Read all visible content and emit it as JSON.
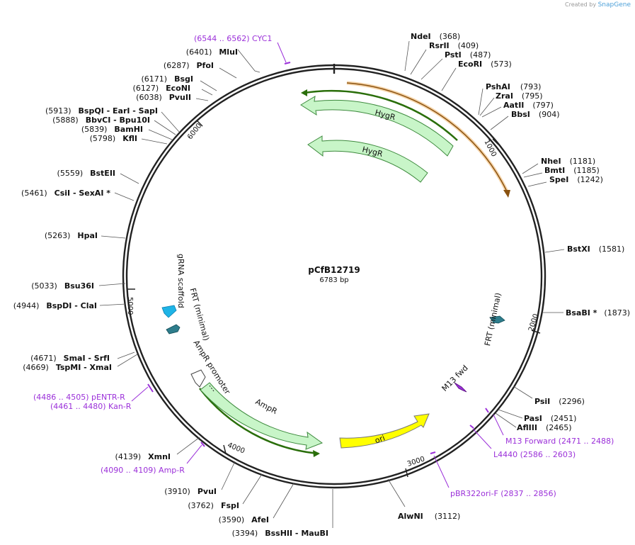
{
  "watermark": {
    "prefix": "Created by",
    "brand": "SnapGene"
  },
  "plasmid": {
    "name": "pCfB12719",
    "length_label": "6783 bp",
    "length": 6783
  },
  "ticks": [
    "1000",
    "2000",
    "3000",
    "4000",
    "5000",
    "6000"
  ],
  "enzymes_right": [
    {
      "name": "NdeI",
      "pos": "(368)"
    },
    {
      "name": "RsrII",
      "pos": "(409)"
    },
    {
      "name": "PstI",
      "pos": "(487)"
    },
    {
      "name": "EcoRI",
      "pos": "(573)"
    },
    {
      "name": "PshAI",
      "pos": "(793)"
    },
    {
      "name": "ZraI",
      "pos": "(795)"
    },
    {
      "name": "AatII",
      "pos": "(797)"
    },
    {
      "name": "BbsI",
      "pos": "(904)"
    },
    {
      "name": "NheI",
      "pos": "(1181)"
    },
    {
      "name": "BmtI",
      "pos": "(1185)"
    },
    {
      "name": "SpeI",
      "pos": "(1242)"
    },
    {
      "name": "BstXI",
      "pos": "(1581)"
    },
    {
      "name": "BsaBI *",
      "pos": "(1873)"
    },
    {
      "name": "PsiI",
      "pos": "(2296)"
    },
    {
      "name": "PasI",
      "pos": "(2451)"
    },
    {
      "name": "AflIII",
      "pos": "(2465)"
    },
    {
      "name": "AlwNI",
      "pos": "(3112)"
    }
  ],
  "enzymes_left": [
    {
      "name": "MluI",
      "pos": "(6401)"
    },
    {
      "name": "PfoI",
      "pos": "(6287)"
    },
    {
      "name": "BsgI",
      "pos": "(6171)"
    },
    {
      "name": "EcoNI",
      "pos": "(6127)"
    },
    {
      "name": "PvuII",
      "pos": "(6038)"
    },
    {
      "name": "BspQI   - EarI   - SapI",
      "pos": "(5913)"
    },
    {
      "name": "BbvCI   - Bpu10I",
      "pos": "(5888)"
    },
    {
      "name": "BamHI",
      "pos": "(5839)"
    },
    {
      "name": "KflI",
      "pos": "(5798)"
    },
    {
      "name": "BstEII",
      "pos": "(5559)"
    },
    {
      "name": "CsiI   - SexAI *",
      "pos": "(5461)"
    },
    {
      "name": "HpaI",
      "pos": "(5263)"
    },
    {
      "name": "Bsu36I",
      "pos": "(5033)"
    },
    {
      "name": "BspDI   - ClaI",
      "pos": "(4944)"
    },
    {
      "name": "SmaI   - SrfI",
      "pos": "(4671)"
    },
    {
      "name": "TspMI   - XmaI",
      "pos": "(4669)"
    },
    {
      "name": "XmnI",
      "pos": "(4139)"
    },
    {
      "name": "PvuI",
      "pos": "(3910)"
    },
    {
      "name": "FspI",
      "pos": "(3762)"
    },
    {
      "name": "AfeI",
      "pos": "(3590)"
    },
    {
      "name": "BssHII   - MauBI",
      "pos": "(3394)"
    }
  ],
  "primers": [
    {
      "text": "(6544 .. 6562)  CYC1"
    },
    {
      "text": "(4486 .. 4505)  pENTR-R"
    },
    {
      "text": "(4461 .. 4480)  Kan-R"
    },
    {
      "text": "(4090 .. 4109)  Amp-R"
    },
    {
      "text": "M13 Forward    (2471 .. 2488)"
    },
    {
      "text": "L4440     (2586 .. 2603)"
    },
    {
      "text": "pBR322ori-F     (2837 .. 2856)"
    }
  ],
  "features": {
    "hygr_outer": "HygR",
    "hygr_inner": "HygR",
    "gRNA": "gRNA scaffold",
    "frt_left": "FRT (minimal)",
    "frt_right": "FRT (minimal)",
    "ampr_promoter": "AmpR promoter",
    "ampr": "AmpR",
    "ori": "ori",
    "m13": "M13 fwd"
  },
  "colors": {
    "backbone": "#222222",
    "hygr": "#c8f5c8",
    "ori": "#ffff00",
    "primer": "#9b30d9",
    "frt": "#2e7d8c",
    "grna": "#1eb4e6",
    "orange": "#e8a040",
    "green_line": "#2a6e0a"
  }
}
